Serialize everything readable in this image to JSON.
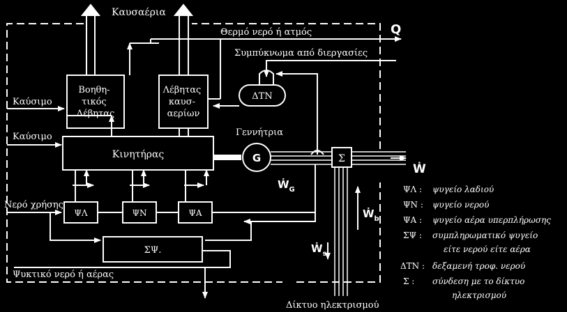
{
  "labels": {
    "flue_gas": "Καυσαέρια",
    "hot_water": "Θερμό νερό ή ατμός",
    "Q": "Q",
    "condensate": "Συμπύκνωμα από διεργασίες",
    "fuel1": "Καύσιμο",
    "fuel2": "Καύσιμο",
    "aux_boiler": [
      "Βοηθη-",
      "τικός",
      "Λέβητας"
    ],
    "exhaust_boiler": [
      "Λέβητας",
      "καυσ-",
      "αερίων"
    ],
    "dtn": "ΔΤΝ",
    "generator_label": "Γεννήτρια",
    "G": "G",
    "engine": "Κινητήρας",
    "sigma_box": "Σ",
    "W_out": "Ẇ",
    "W_G": "Ẇ",
    "W_G_sub": "G",
    "W_b": "Ẇ",
    "W_b_sub": "b",
    "W_s": "Ẇ",
    "W_s_sub": "s",
    "service_water": "Νερό χρήσης",
    "psi_L": "ΨΛ",
    "psi_N": "ΨΝ",
    "psi_A": "ΨΑ",
    "sigma_psi": "ΣΨ.",
    "cooling_out": "Ψυκτικό νερό ή αέρας",
    "grid": "Δίκτυο ηλεκτρισμού"
  },
  "legend": [
    {
      "key": "ΨΛ :",
      "desc": "ψυγείο λαδιού"
    },
    {
      "key": "ΨΝ :",
      "desc": "ψυγείο νερού"
    },
    {
      "key": "ΨΑ :",
      "desc": "ψυγείο αέρα υπερπλήρωσης"
    },
    {
      "key": "ΣΨ :",
      "desc": "συμπληρωματικό ψυγείο"
    },
    {
      "key": "",
      "desc": "είτε νερού είτε αέρα"
    },
    {
      "key": "ΔΤΝ :",
      "desc": "δεξαμενή τροφ. νερού"
    },
    {
      "key": "Σ :",
      "desc": "σύνδεση με το δίκτυο"
    },
    {
      "key": "",
      "desc": "ηλεκτρισμού"
    }
  ],
  "colors": {
    "background": "#000000",
    "foreground": "#ffffff"
  }
}
